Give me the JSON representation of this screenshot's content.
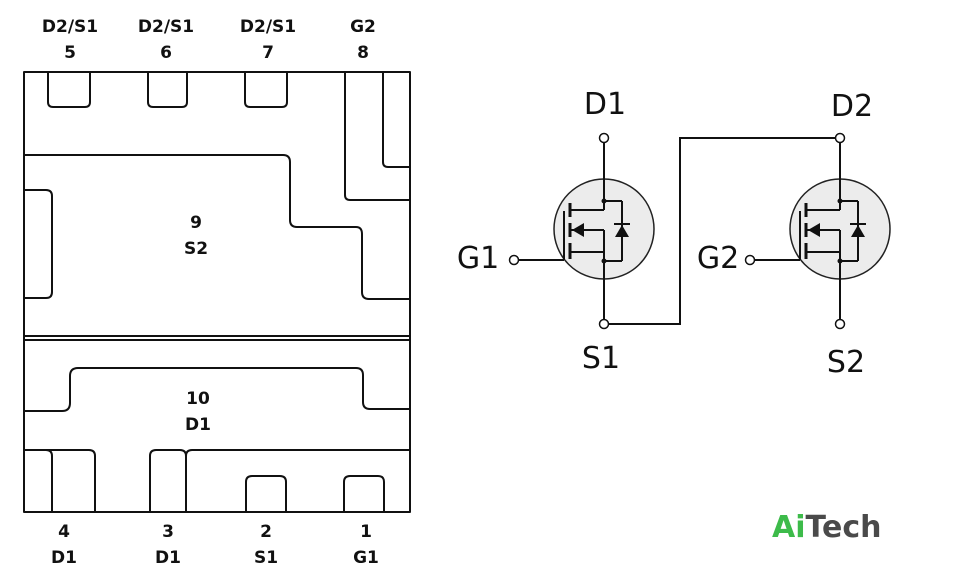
{
  "package": {
    "top_pins": [
      {
        "name": "D2/S1",
        "number": "5"
      },
      {
        "name": "D2/S1",
        "number": "6"
      },
      {
        "name": "D2/S1",
        "number": "7"
      },
      {
        "name": "G2",
        "number": "8"
      }
    ],
    "bottom_pins": [
      {
        "number": "4",
        "name": "D1"
      },
      {
        "number": "3",
        "name": "D1"
      },
      {
        "number": "2",
        "name": "S1"
      },
      {
        "number": "1",
        "name": "G1"
      }
    ],
    "pads": [
      {
        "number": "9",
        "name": "S2"
      },
      {
        "number": "10",
        "name": "D1"
      }
    ]
  },
  "schematic": {
    "fet1": {
      "drain": "D1",
      "gate": "G1",
      "source": "S1"
    },
    "fet2": {
      "drain": "D2",
      "gate": "G2",
      "source": "S2"
    }
  },
  "brand": {
    "ai": "Ai",
    "tech": "Tech",
    "ai_color": "#3dbb4a",
    "tech_color": "#4a4a4a"
  }
}
